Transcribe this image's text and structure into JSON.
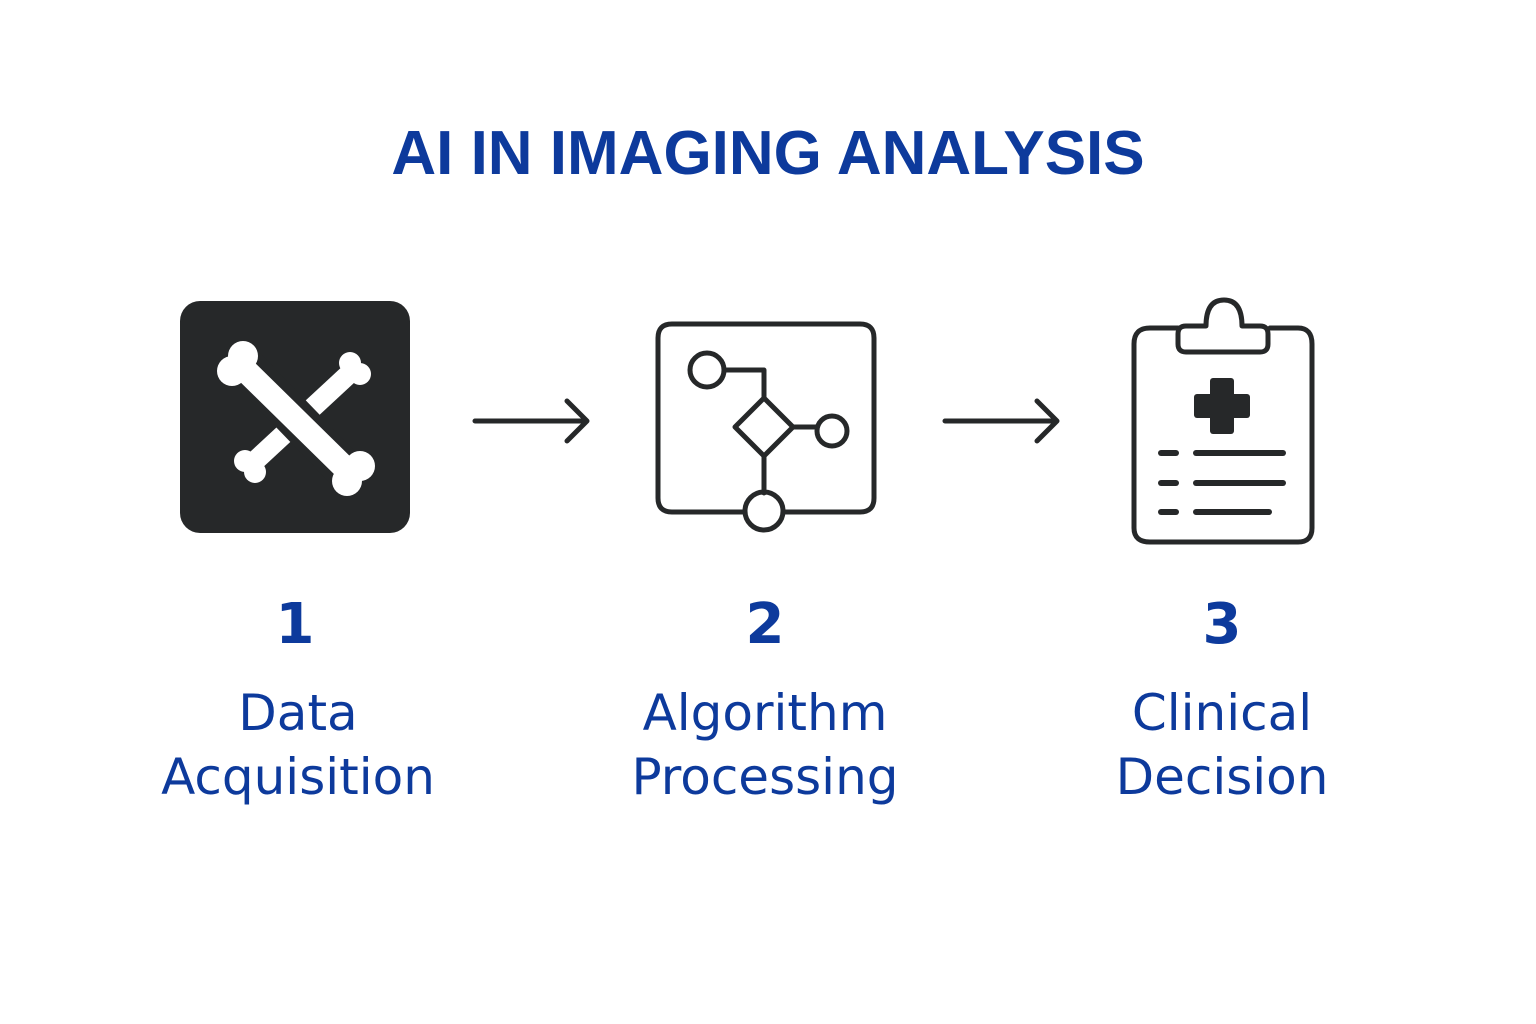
{
  "title": "AI IN IMAGING ANALYSIS",
  "colors": {
    "accent": "#0d3a9c",
    "icon": "#262829",
    "background": "#ffffff"
  },
  "steps": [
    {
      "number": "1",
      "line1": "Data",
      "line2": "Acquisition",
      "icon": "crossed-bones-xray-icon"
    },
    {
      "number": "2",
      "line1": "Algorithm",
      "line2": "Processing",
      "icon": "flowchart-algorithm-icon"
    },
    {
      "number": "3",
      "line1": "Clinical",
      "line2": "Decision",
      "icon": "medical-clipboard-icon"
    }
  ],
  "connectors": [
    "arrow-right-icon",
    "arrow-right-icon"
  ]
}
